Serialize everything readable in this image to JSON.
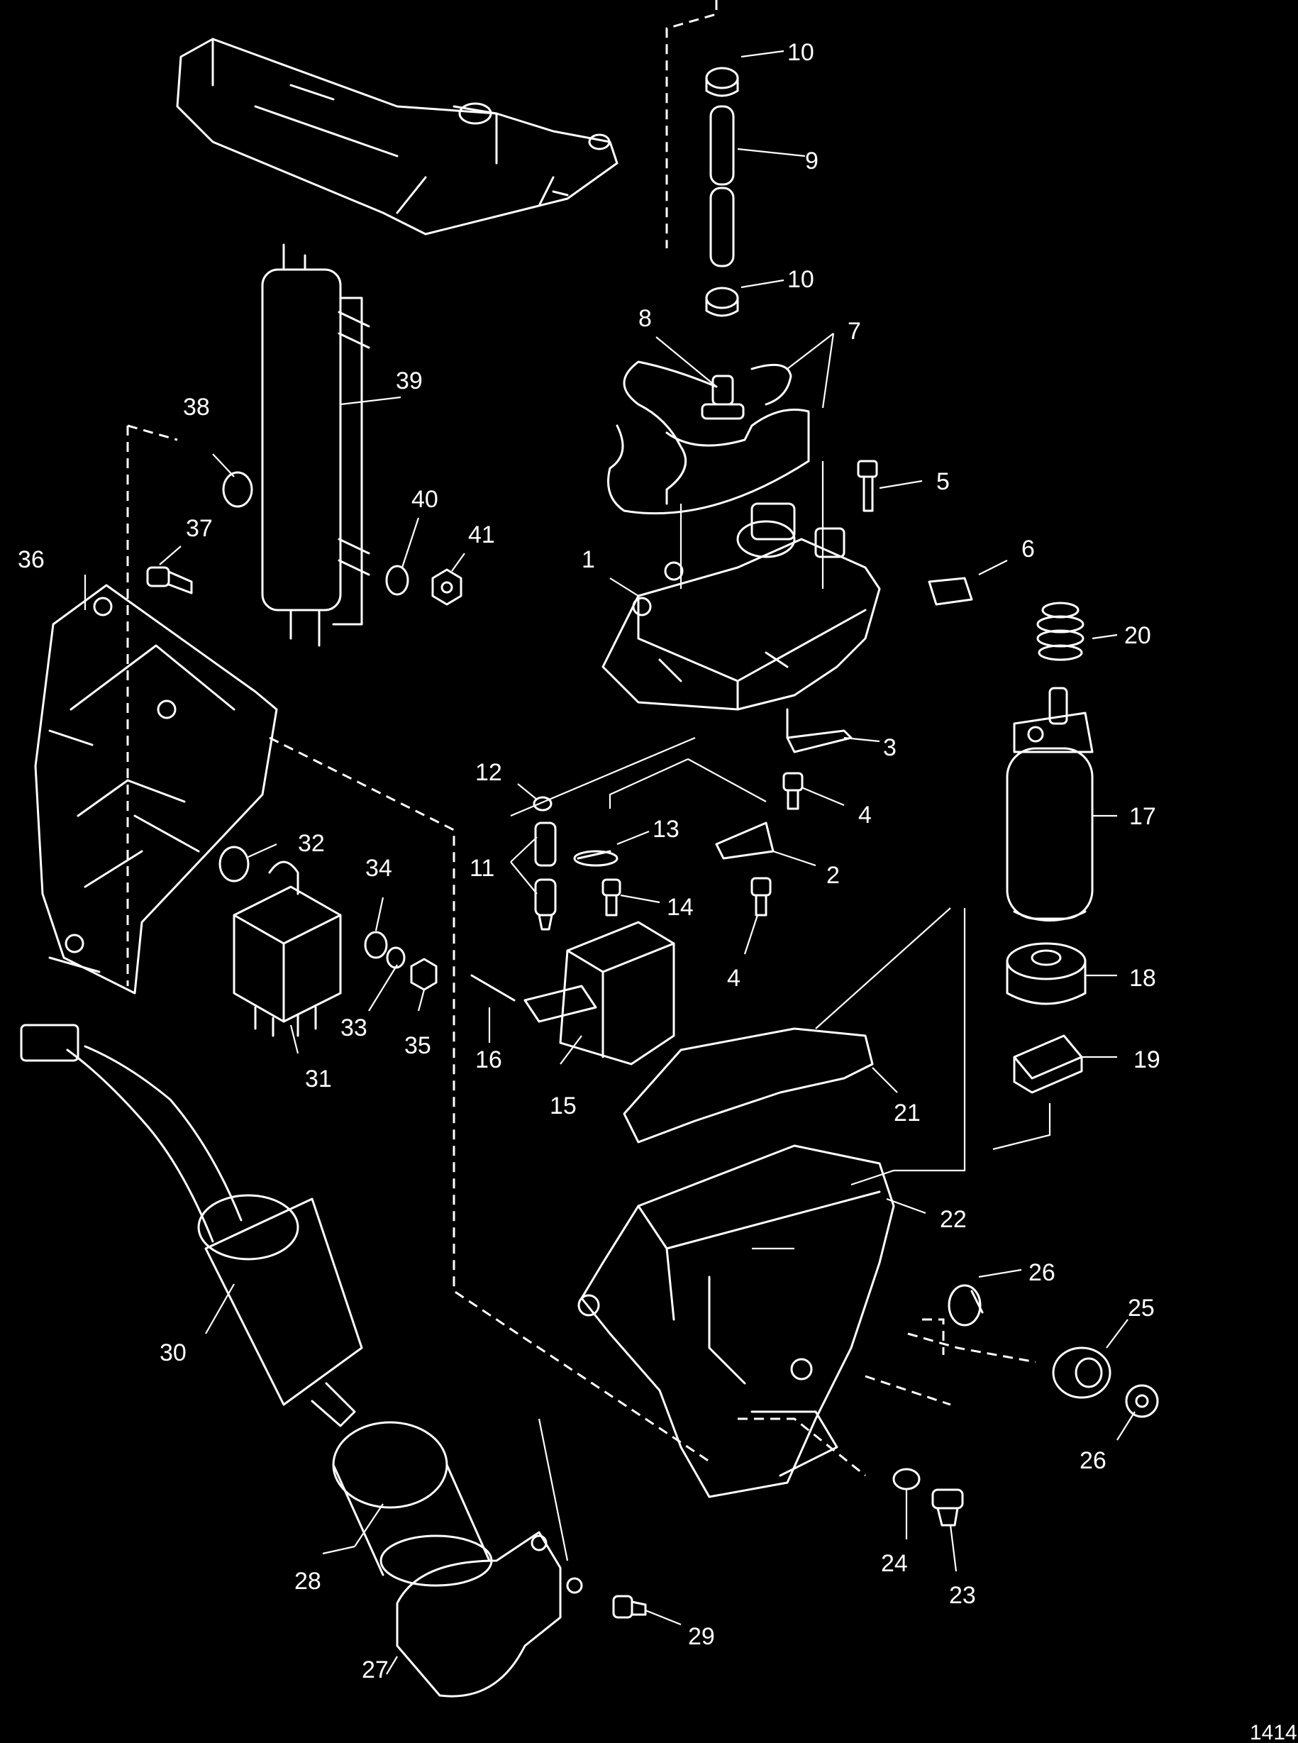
{
  "figure_number": "1414",
  "callouts": [
    "1",
    "2",
    "3",
    "4",
    "4",
    "5",
    "6",
    "7",
    "8",
    "9",
    "10",
    "10",
    "11",
    "12",
    "13",
    "14",
    "15",
    "16",
    "17",
    "18",
    "19",
    "20",
    "21",
    "22",
    "23",
    "24",
    "25",
    "26",
    "26",
    "27",
    "28",
    "29",
    "30",
    "31",
    "32",
    "33",
    "34",
    "35",
    "36",
    "37",
    "38",
    "39",
    "40",
    "41"
  ]
}
